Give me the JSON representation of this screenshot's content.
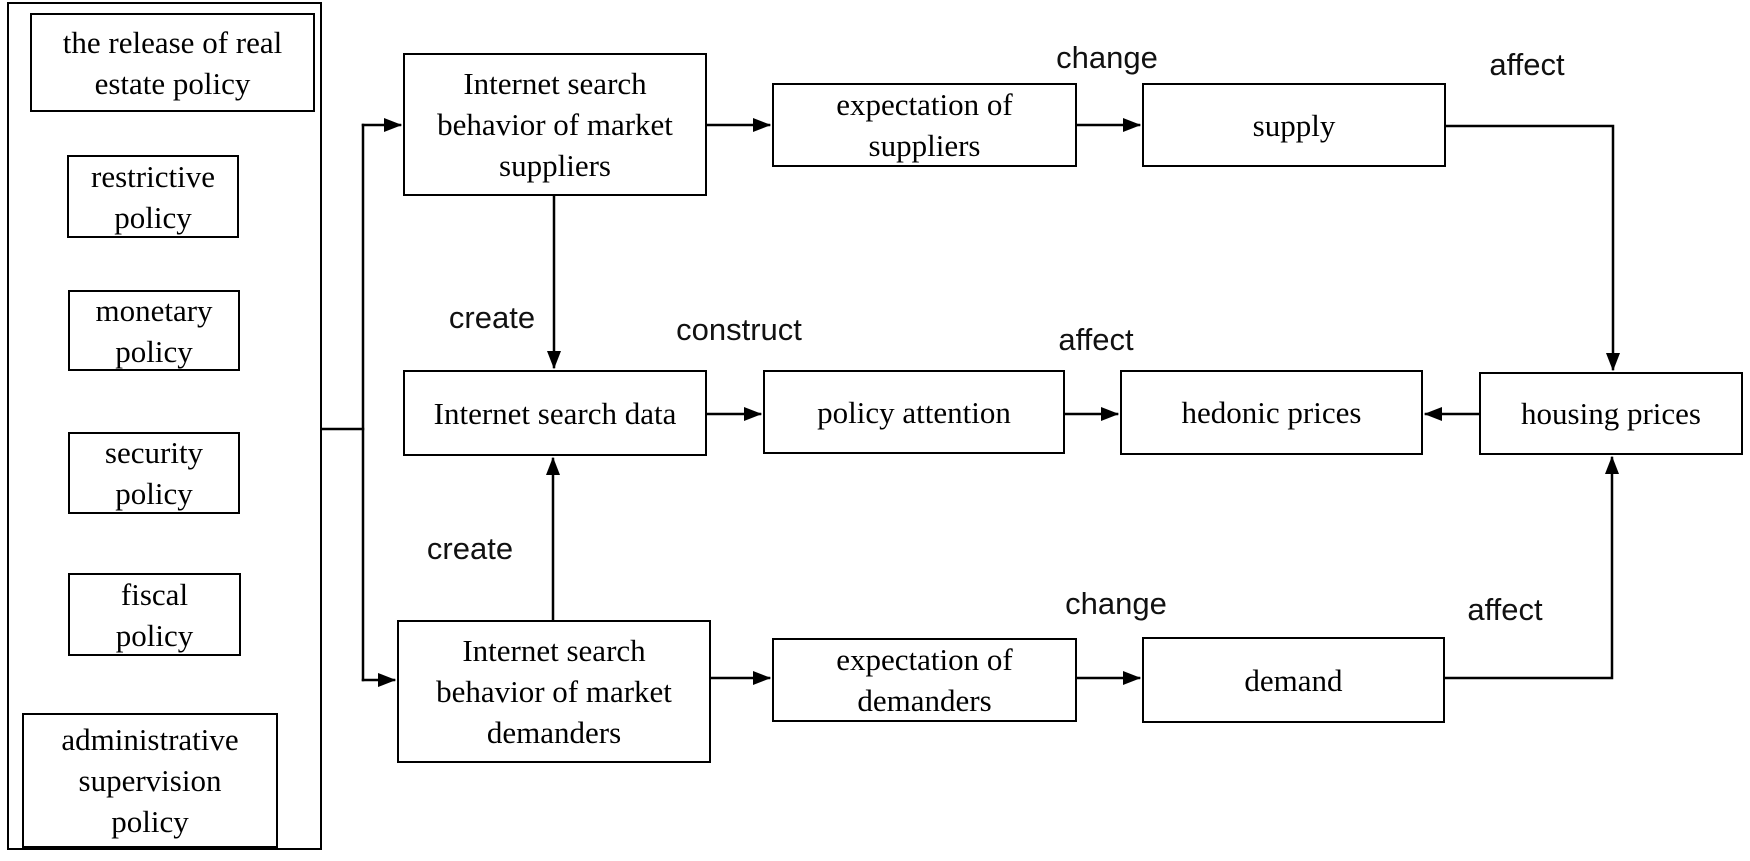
{
  "diagram": {
    "description": "flowchart linking real estate policy release, internet search behavior and housing prices",
    "colors": {
      "background": "#ffffff",
      "stroke": "#000000",
      "text": "#000000"
    },
    "nodes": {
      "release": "the release of real estate policy",
      "restrictive": "restrictive policy",
      "monetary": "monetary policy",
      "security": "security policy",
      "fiscal": "fiscal policy",
      "administrative": "administrative supervision policy",
      "suppliers_behavior": "Internet search behavior of market suppliers",
      "expectation_suppliers": "expectation of suppliers",
      "supply": "supply",
      "search_data": "Internet search data",
      "policy_attention": "policy attention",
      "hedonic_prices": "hedonic prices",
      "housing_prices": "housing prices",
      "demanders_behavior": "Internet search behavior of market demanders",
      "expectation_demanders": "expectation of demanders",
      "demand": "demand"
    },
    "edge_labels": {
      "create_top": "create",
      "construct": "construct",
      "change_top": "change",
      "affect_top": "affect",
      "affect_middle": "affect",
      "create_bottom": "create",
      "change_bottom": "change",
      "affect_bottom": "affect"
    }
  }
}
